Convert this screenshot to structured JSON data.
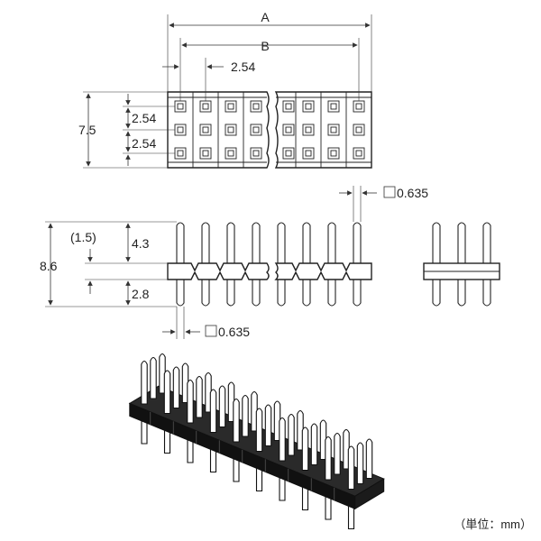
{
  "top_view": {
    "dim_A": "A",
    "dim_B": "B",
    "dim_pitch": "2.54",
    "dim_width": "7.5",
    "dim_row1": "2.54",
    "dim_row2": "2.54"
  },
  "side_view": {
    "dim_total": "8.6",
    "dim_body": "(1.5)",
    "dim_upper": "4.3",
    "dim_lower": "2.8",
    "pin_square_top": "0.635",
    "pin_square_bottom": "0.635"
  },
  "unit_note": "（単位：mm）"
}
